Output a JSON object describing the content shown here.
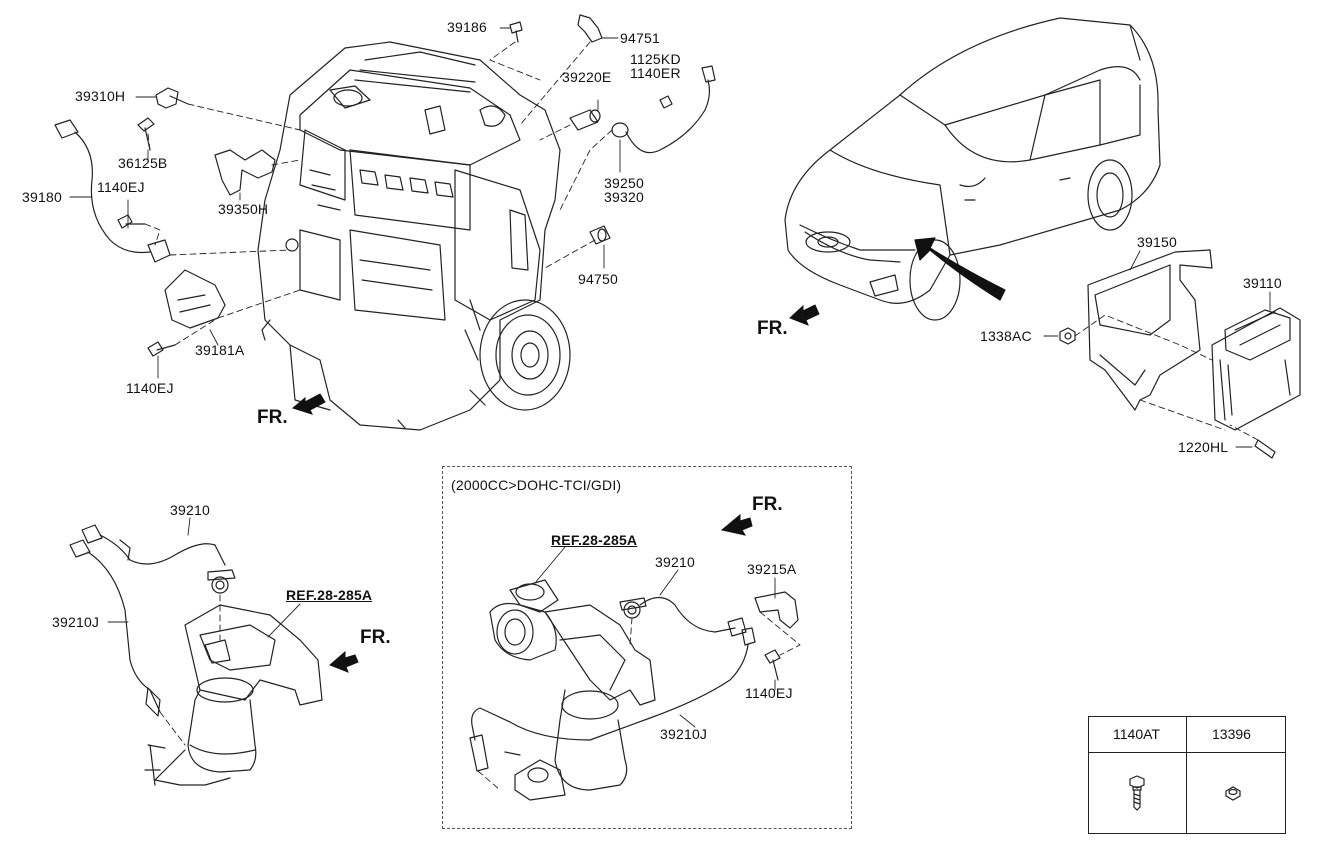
{
  "labels": {
    "l39186": "39186",
    "l94751": "94751",
    "l1125KD": "1125KD",
    "l1140ER": "1140ER",
    "l39220E": "39220E",
    "l39310H": "39310H",
    "l36125B": "36125B",
    "l39180": "39180",
    "l1140EJ_a": "1140EJ",
    "l39350H": "39350H",
    "l39250": "39250",
    "l39320": "39320",
    "l94750": "94750",
    "l39181A": "39181A",
    "l1140EJ_b": "1140EJ",
    "fr_engine": "FR.",
    "fr_car": "FR.",
    "l39150": "39150",
    "l39110": "39110",
    "l1338AC": "1338AC",
    "l1220HL": "1220HL",
    "l39210_left": "39210",
    "l39210J_left": "39210J",
    "ref_left": "REF.28-285A",
    "fr_left": "FR.",
    "variant": "(2000CC>DOHC-TCI/GDI)",
    "fr_mid": "FR.",
    "ref_mid": "REF.28-285A",
    "l39210_mid": "39210",
    "l39215A": "39215A",
    "l1140EJ_c": "1140EJ",
    "l39210J_mid": "39210J"
  },
  "legend": {
    "col1_header": "1140AT",
    "col2_header": "13396",
    "col1_icon": "bolt-icon",
    "col2_icon": "nut-icon"
  },
  "colors": {
    "line": "#222222",
    "arrow": "#111111"
  }
}
